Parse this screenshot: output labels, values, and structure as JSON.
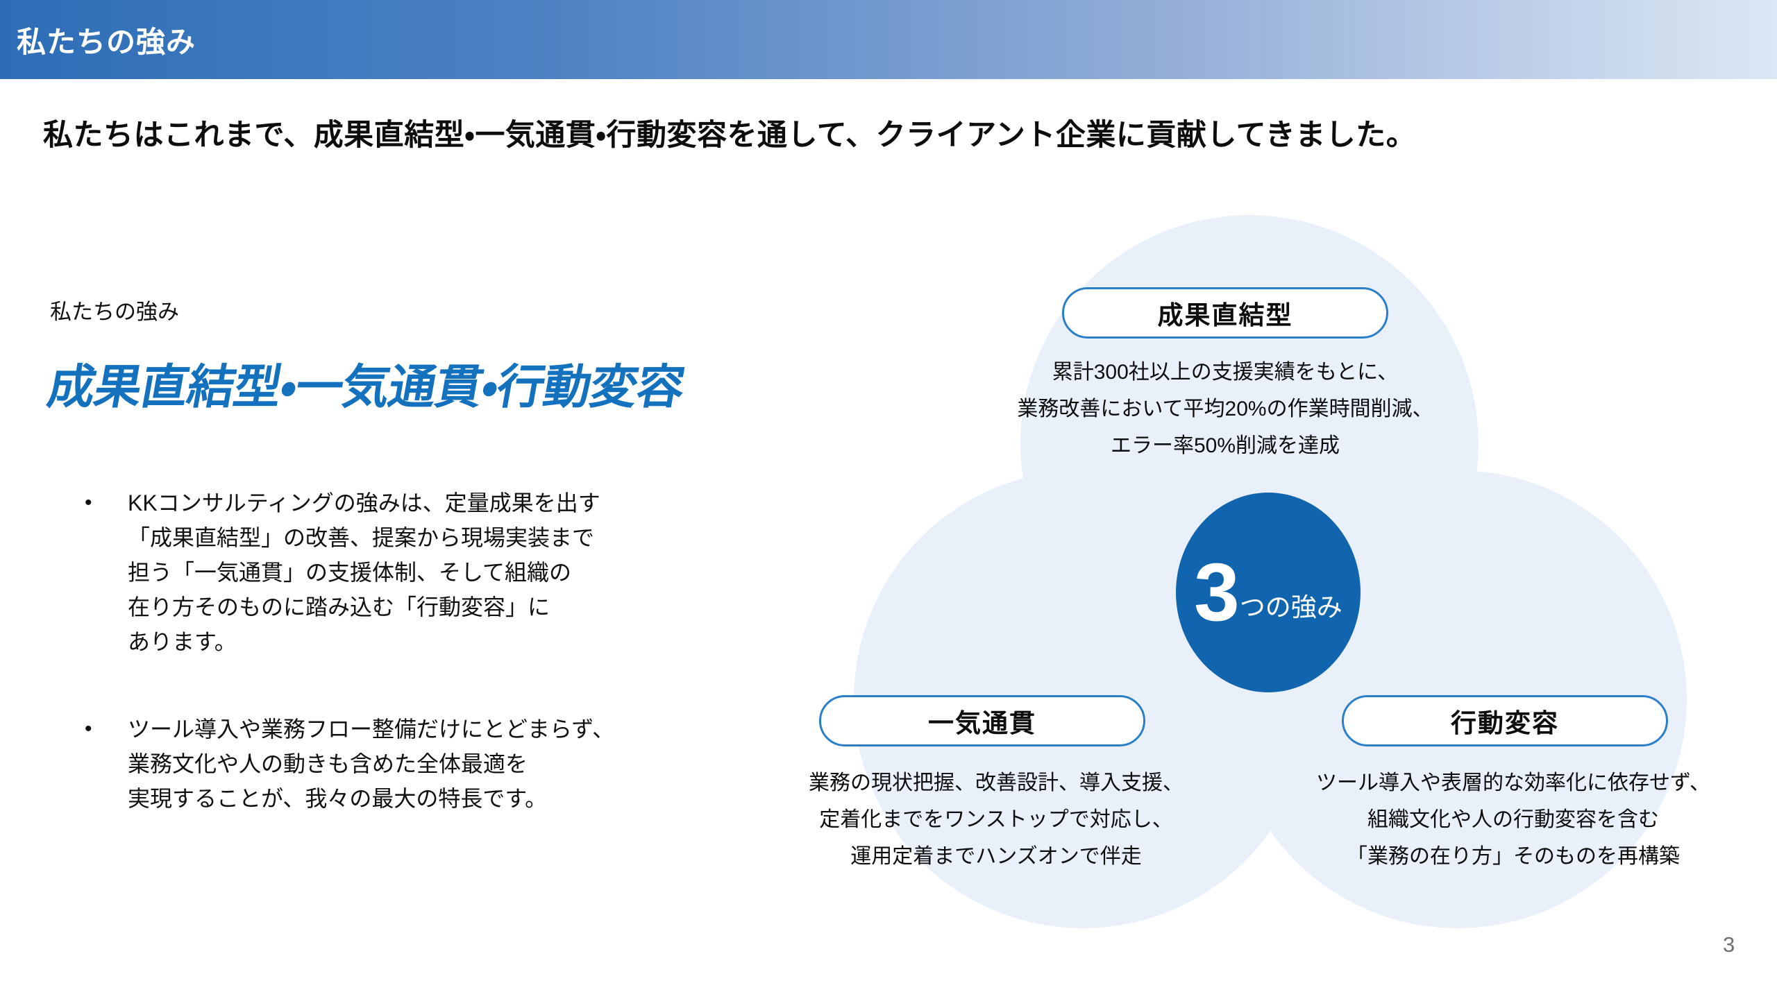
{
  "header": {
    "title": "私たちの強み"
  },
  "intro": {
    "text": "私たちはこれまで、成果直結型・一気通貫・行動変容を通して、クライアント企業に貢献してきました。"
  },
  "left": {
    "label": "私たちの強み",
    "headline": "成果直結型・一気通貫・行動変容",
    "bullet_marker": "•",
    "bullets": [
      "KKコンサルティングの強みは、定量成果を出す\n「成果直結型」の改善、提案から現場実装まで\n担う「一気通貫」の支援体制、そして組織の\n在り方そのものに踏み込む「行動変容」に\nあります。",
      "ツール導入や業務フロー整備だけにとどまらず、\n業務文化や人の動きも含めた全体最適を\n実現することが、我々の最大の特長です。"
    ]
  },
  "venn": {
    "center": {
      "number": "3",
      "suffix": "つの強み"
    },
    "items": [
      {
        "label": "成果直結型",
        "description": "累計300社以上の支援実績をもとに、\n業務改善において平均20%の作業時間削減、\nエラー率50%削減を達成"
      },
      {
        "label": "一気通貫",
        "description": "業務の現状把握、改善設計、導入支援、\n定着化までをワンストップで対応し、\n運用定着までハンズオンで伴走"
      },
      {
        "label": "行動変容",
        "description": "ツール導入や表層的な効率化に依存せず、\n組織文化や人の行動変容を含む\n「業務の在り方」そのものを再構築"
      }
    ]
  },
  "page_number": "3",
  "colors": {
    "header_gradient_start": "#2D6DB6",
    "header_gradient_end": "#DCE7F4",
    "accent_blue": "#1371BE",
    "venn_circle_fill": "#E9F0FA",
    "venn_center_fill": "#1065AE",
    "pill_border": "#2B7FC9",
    "page_number_gray": "#6F6F6F"
  }
}
